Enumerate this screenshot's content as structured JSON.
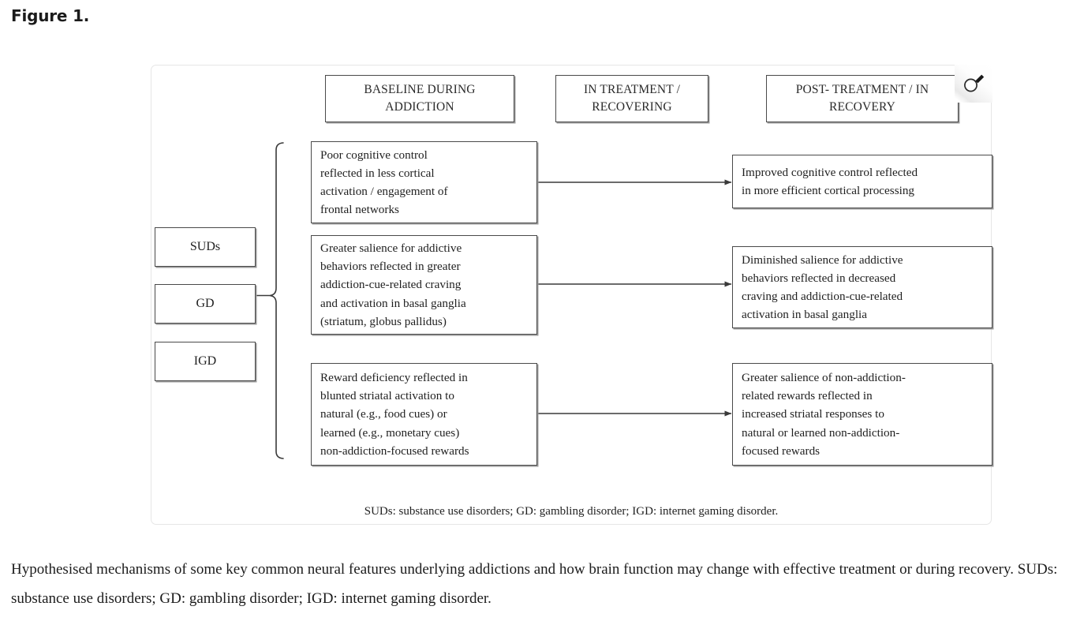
{
  "figure": {
    "heading": "Figure 1.",
    "zoom_icon": "magnifier-icon",
    "note": "SUDs: substance use disorders; GD: gambling disorder; IGD: internet gaming disorder.",
    "caption": "Hypothesised mechanisms of some key common neural features underlying addictions and how brain function may change with effective treatment or during recovery. SUDs: substance use disorders; GD: gambling disorder; IGD: internet gaming disorder."
  },
  "columns": [
    {
      "id": "baseline",
      "label": "BASELINE DURING\nADDICTION"
    },
    {
      "id": "in-treatment",
      "label": "IN TREATMENT /\nRECOVERING"
    },
    {
      "id": "post-treatment",
      "label": "POST- TREATMENT /\nIN RECOVERY"
    }
  ],
  "categories": [
    {
      "id": "suds",
      "label": "SUDs"
    },
    {
      "id": "gd",
      "label": "GD"
    },
    {
      "id": "igd",
      "label": "IGD"
    }
  ],
  "rows": [
    {
      "id": "cognitive-control",
      "baseline": "Poor cognitive control\nreflected in less cortical\nactivation / engagement of\nfrontal networks",
      "post": "Improved cognitive control reflected\nin more efficient cortical processing"
    },
    {
      "id": "salience",
      "baseline": "Greater salience for addictive\nbehaviors reflected in greater\naddiction-cue-related craving\nand activation in basal ganglia\n(striatum, globus pallidus)",
      "post": "Diminished salience for addictive\nbehaviors reflected in decreased\ncraving and addiction-cue-related\nactivation in basal ganglia"
    },
    {
      "id": "reward-deficiency",
      "baseline": "Reward deficiency reflected in\nblunted striatal activation to\nnatural (e.g., food cues) or\nlearned (e.g., monetary cues)\nnon-addiction-focused rewards",
      "post": "Greater salience of non-addiction-\nrelated rewards reflected in\nincreased striatal responses to\nnatural or learned non-addiction-\nfocused rewards"
    }
  ],
  "colors": {
    "box_border": "#4a4a4a",
    "box_shadow": "#9a9a9a",
    "card_border": "#e6e6e6",
    "connector": "#3a3a3a",
    "text": "#1f1f1f"
  }
}
